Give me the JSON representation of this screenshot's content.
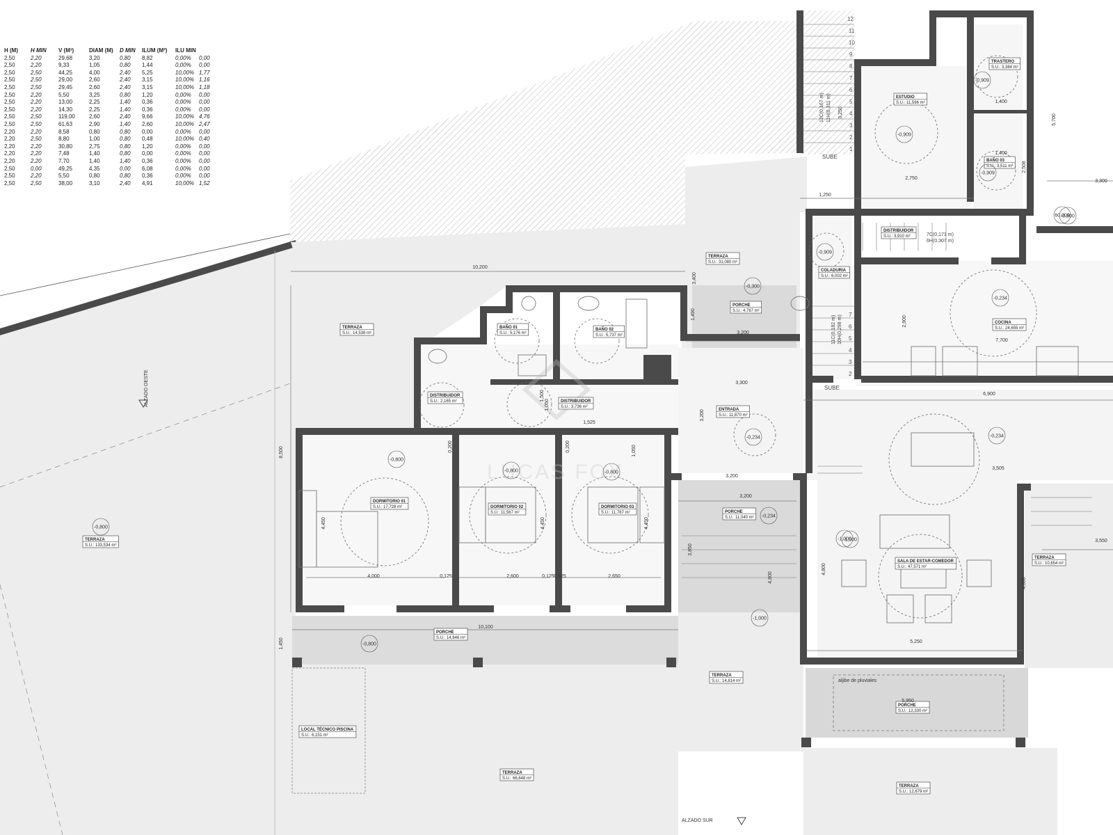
{
  "schedule": {
    "headers": [
      "H (M)",
      "H MIN",
      "V (M³)",
      "DIAM (M)",
      "D MIN",
      "ILUM (M²)",
      "ILU MIN"
    ],
    "rows": [
      [
        "2,50",
        "2,20",
        "29,68",
        "3,20",
        "0,80",
        "8,82",
        "0,00%",
        "0,00"
      ],
      [
        "2,50",
        "2,20",
        "9,33",
        "1,05",
        "0,80",
        "1,44",
        "0,00%",
        "0,00"
      ],
      [
        "2,50",
        "2,50",
        "44,25",
        "4,00",
        "2,40",
        "5,25",
        "10,00%",
        "1,77"
      ],
      [
        "2,50",
        "2,50",
        "29,00",
        "2,60",
        "2,40",
        "3,15",
        "10,00%",
        "1,16"
      ],
      [
        "2,50",
        "2,50",
        "29,45",
        "2,60",
        "2,40",
        "3,15",
        "10,00%",
        "1,18"
      ],
      [
        "2,50",
        "2,20",
        "5,50",
        "3,25",
        "0,80",
        "1,20",
        "0,00%",
        "0,00"
      ],
      [
        "2,50",
        "2,20",
        "13,00",
        "2,25",
        "1,40",
        "0,36",
        "0,00%",
        "0,00"
      ],
      [
        "2,50",
        "2,20",
        "14,30",
        "2,25",
        "1,40",
        "0,36",
        "0,00%",
        "0,00"
      ],
      [
        "2,50",
        "2,50",
        "119,00",
        "2,60",
        "2,40",
        "9,66",
        "10,00%",
        "4,76"
      ],
      [
        "2,50",
        "2,50",
        "61,63",
        "2,90",
        "1,40",
        "2,60",
        "10,00%",
        "2,47"
      ],
      [
        "2,20",
        "2,20",
        "8,58",
        "0,80",
        "0,80",
        "0,00",
        "0,00%",
        "0,00"
      ],
      [
        "2,20",
        "2,50",
        "8,80",
        "1,00",
        "0,80",
        "0,48",
        "10,00%",
        "0,40"
      ],
      [
        "2,20",
        "2,20",
        "30,80",
        "2,75",
        "0,80",
        "1,20",
        "0,00%",
        "0,00"
      ],
      [
        "2,20",
        "2,20",
        "7,48",
        "1,40",
        "0,80",
        "0,00",
        "0,00%",
        "0,00"
      ],
      [
        "2,20",
        "2,20",
        "7,70",
        "1,40",
        "1,40",
        "0,36",
        "0,00%",
        "0,00"
      ],
      [
        "2,50",
        "0,00",
        "49,25",
        "4,35",
        "0,00",
        "6,08",
        "0,00%",
        "0,00"
      ],
      [
        "2,50",
        "2,20",
        "5,50",
        "0,80",
        "0,80",
        "0,36",
        "0,00%",
        "0,00"
      ],
      [
        "2,50",
        "2,50",
        "38,00",
        "3,10",
        "2,40",
        "4,91",
        "10,00%",
        "1,52"
      ]
    ]
  },
  "rooms": {
    "trastero": {
      "name": "TRASTERO",
      "area": "S.U.: 3,384 m²"
    },
    "estudio": {
      "name": "ESTUDIO",
      "area": "S.U.: 11,596 m²"
    },
    "bano03": {
      "name": "BAÑO 03",
      "area": "S.U.: 3,511 m²"
    },
    "distribuidor_n": {
      "name": "DISTRIBUIDOR",
      "area": "S.U.: 3,910 m²"
    },
    "coladuria": {
      "name": "COLADURIA",
      "area": "S.U.: 6,002 m²"
    },
    "cocina": {
      "name": "COCINA",
      "area": "S.U.: 24,655 m²"
    },
    "terraza_n": {
      "name": "TERRAZA",
      "area": "S.U.: 31,080 m²"
    },
    "porche_n": {
      "name": "PORCHE",
      "area": "S.U.: 4,767 m²"
    },
    "terraza_w": {
      "name": "TERRAZA",
      "area": "S.U.: 14,538 m²"
    },
    "bano01": {
      "name": "BAÑO 01",
      "area": "S.U.: 5,176 m²"
    },
    "bano02": {
      "name": "BAÑO 02",
      "area": "S.U.: 5,737 m²"
    },
    "distribuidor_a": {
      "name": "DISTRIBUIDOR",
      "area": "S.U.: 2,165 m²"
    },
    "distribuidor_b": {
      "name": "DISTRIBUIDOR",
      "area": "S.U.: 3,736 m²"
    },
    "entrada": {
      "name": "ENTRADA",
      "area": "S.U.: 11,870 m²"
    },
    "dormitorio01": {
      "name": "DORMITORIO 01",
      "area": "S.U.: 17,728 m²"
    },
    "dormitorio02": {
      "name": "DORMITORIO 02",
      "area": "S.U.: 11,567 m²"
    },
    "dormitorio03": {
      "name": "DORMITORIO 03",
      "area": "S.U.: 11,787 m²"
    },
    "porche_c": {
      "name": "PORCHE",
      "area": "S.U.: 11,040 m²"
    },
    "terraza_big": {
      "name": "TERRAZA",
      "area": "S.U.: 133,534 m²"
    },
    "salon": {
      "name": "SALA DE ESTAR-COMEDOR",
      "area": "S.U.: 47,571 m²"
    },
    "terraza_e": {
      "name": "TERRAZA",
      "area": "S.U.: 10,654 m²"
    },
    "porche_s": {
      "name": "PORCHE",
      "area": "S.U.: 14,646 m²"
    },
    "terraza_s": {
      "name": "TERRAZA",
      "area": "S.U.: 14,814 m²"
    },
    "porche_se": {
      "name": "PORCHE",
      "area": "S.U.: 12,330 m²"
    },
    "local": {
      "name": "LOCAL TÉCNICO PISCINA",
      "area": "S.U.: 6,151 m²"
    },
    "terraza_bl": {
      "name": "TERRAZA",
      "area": "S.U.: 66,648 m²"
    },
    "terraza_br": {
      "name": "TERRAZA",
      "area": "S.U.: 12,679 m²"
    }
  },
  "labels": {
    "alzado_oeste": "ALZADO OESTE",
    "alzado_sur": "ALZADO SUR",
    "aljibe": "aljibe de pluviales",
    "sube": "SUBE",
    "watermark": "LUCAS FOX",
    "stair1": "12C(0,167 m)",
    "stair1b": "11H(0,311 m)",
    "stair2": "7C(0,171 m)",
    "stair2b": "6H(0,307 m)",
    "stair3": "11C(0,182 m)",
    "stair3b": "10H(0,298 m)"
  },
  "levels": [
    "-0,909",
    "-0,909",
    "-0,909",
    "-0,909",
    "-0,234",
    "-0,300",
    "-0,800",
    "-1,000",
    "-0,234",
    "-0,800",
    "-0,800",
    "-0,800",
    "-0,800",
    "-1,000",
    "-0,800",
    "60,000",
    "-0,234",
    "-0,234",
    "-1,000"
  ],
  "dimensions": [
    "10,200",
    "3,200",
    "3,300",
    "3,200",
    "6,900",
    "3,505",
    "4,000",
    "2,600",
    "2,650",
    "0,125",
    "0,125",
    "10,100",
    "3,200",
    "5,250",
    "5,950",
    "2,750",
    "1,400",
    "1,400",
    "1,250",
    "3,300",
    "7,700",
    "3,550",
    "8,500",
    "1,450",
    "4,800",
    "4,600",
    "4,800",
    "1,490",
    "3,400",
    "5,700",
    "2,900",
    "3,200",
    "3,850",
    "4,450",
    "4,450",
    "4,450",
    "0,200",
    "0,200",
    "1,050",
    "1,050",
    "1,500",
    "3,250",
    "2,508",
    "1,525",
    "0,125"
  ],
  "colors": {
    "wall": "#4a4a4a",
    "floor": "#ececec",
    "terrace": "#ededed",
    "porch": "#dadada",
    "hatch": "#b5b5b5",
    "text": "#222222"
  }
}
